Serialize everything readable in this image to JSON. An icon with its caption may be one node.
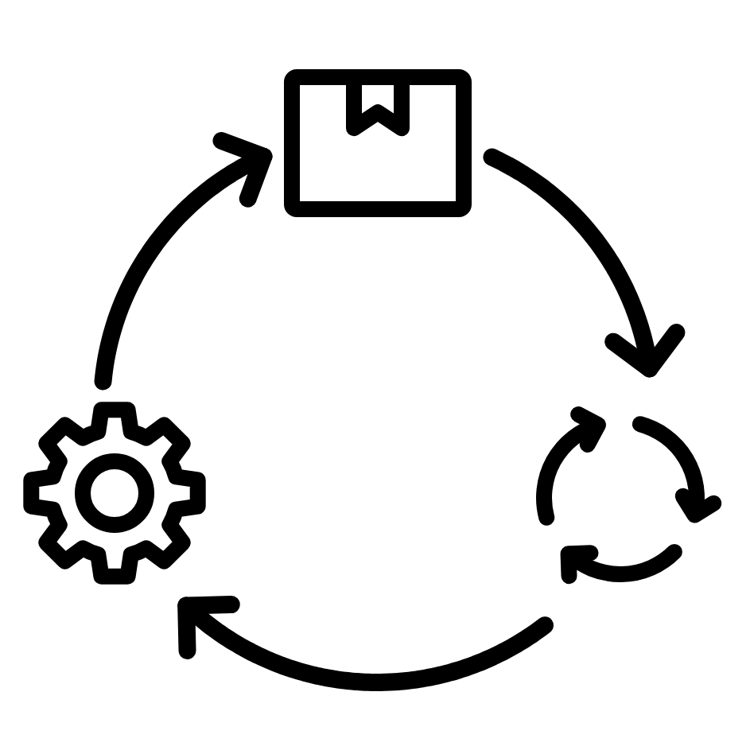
{
  "diagram": {
    "nodes": [
      {
        "text": [],
        "shape": "box"
      },
      {
        "text": [],
        "shape": "gear"
      },
      {
        "text": [],
        "shape": "recycle"
      }
    ],
    "edges": [
      {
        "from": 1,
        "to": 0,
        "arrow": "to"
      },
      {
        "from": 0,
        "to": 2,
        "arrow": "to"
      },
      {
        "from": 2,
        "to": 1,
        "arrow": "to"
      }
    ]
  }
}
